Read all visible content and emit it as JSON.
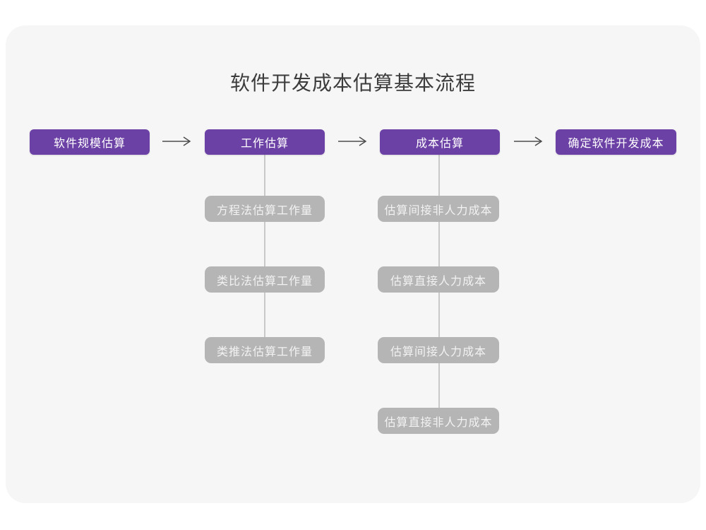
{
  "title": "软件开发成本估算基本流程",
  "colors": {
    "card_background": "#f6f6f7",
    "stage_purple": "#6c41a5",
    "substep_gray": "#b5b5b5",
    "connector_line": "#c9c9c9",
    "arrow": "#4d4d4d",
    "title_text": "#3c3c3c"
  },
  "flow": {
    "stages": [
      {
        "label": "软件规模估算",
        "children": []
      },
      {
        "label": "工作估算",
        "children": [
          "方程法估算工作量",
          "类比法估算工作量",
          "类推法估算工作量"
        ]
      },
      {
        "label": "成本估算",
        "children": [
          "估算间接非人力成本",
          "估算直接人力成本",
          "估算间接人力成本",
          "估算直接非人力成本"
        ]
      },
      {
        "label": "确定软件开发成本",
        "children": []
      }
    ]
  }
}
